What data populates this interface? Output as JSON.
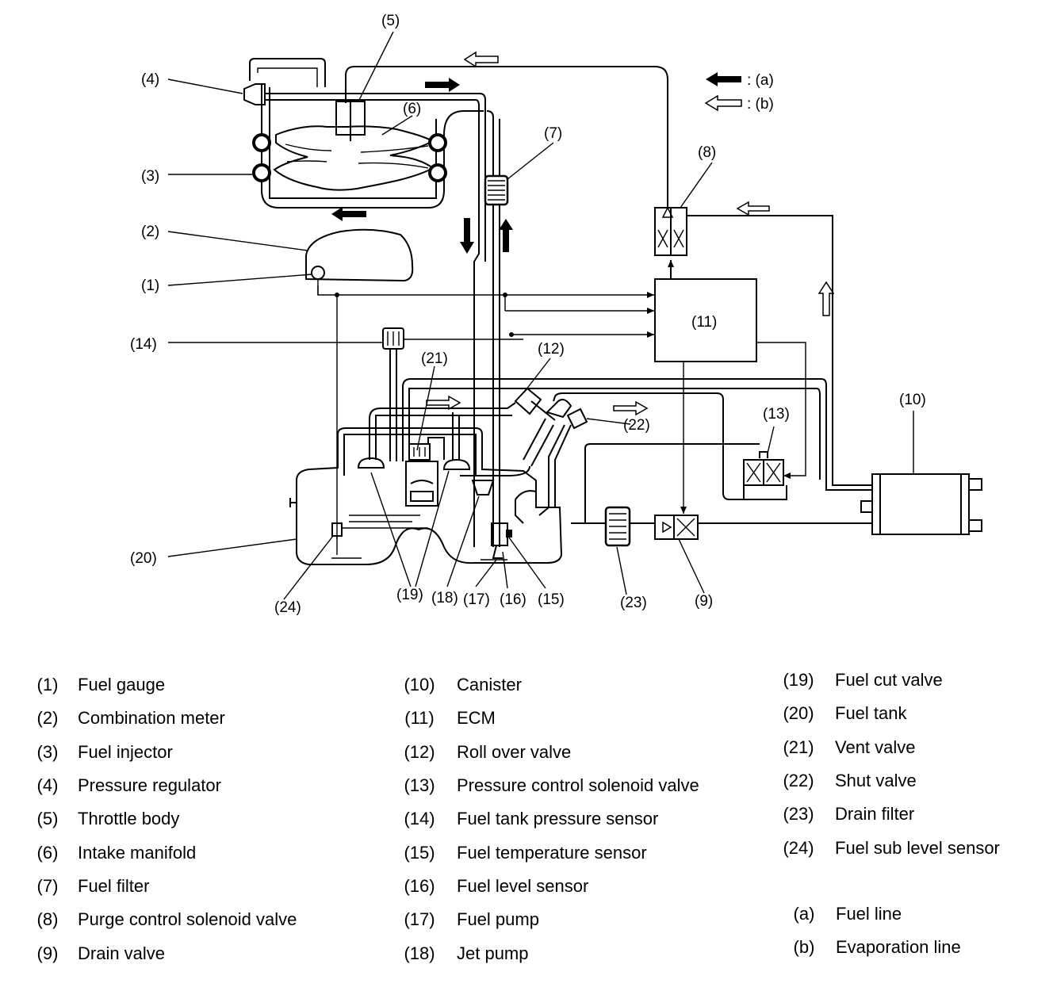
{
  "diagram": {
    "callouts": [
      "(1)",
      "(2)",
      "(3)",
      "(4)",
      "(5)",
      "(6)",
      "(7)",
      "(8)",
      "(9)",
      "(10)",
      "(11)",
      "(12)",
      "(13)",
      "(14)",
      "(15)",
      "(16)",
      "(17)",
      "(18)",
      "(19)",
      "(20)",
      "(21)",
      "(22)",
      "(23)",
      "(24)"
    ],
    "flow_key": {
      "a": ": (a)",
      "b": ": (b)"
    }
  },
  "legend": {
    "columns": [
      [
        {
          "num": "(1)",
          "label": "Fuel gauge"
        },
        {
          "num": "(2)",
          "label": "Combination meter"
        },
        {
          "num": "(3)",
          "label": "Fuel injector"
        },
        {
          "num": "(4)",
          "label": "Pressure regulator"
        },
        {
          "num": "(5)",
          "label": "Throttle body"
        },
        {
          "num": "(6)",
          "label": "Intake manifold"
        },
        {
          "num": "(7)",
          "label": "Fuel filter"
        },
        {
          "num": "(8)",
          "label": "Purge control solenoid valve"
        },
        {
          "num": "(9)",
          "label": "Drain valve"
        }
      ],
      [
        {
          "num": "(10)",
          "label": "Canister"
        },
        {
          "num": "(11)",
          "label": "ECM"
        },
        {
          "num": "(12)",
          "label": "Roll over valve"
        },
        {
          "num": "(13)",
          "label": "Pressure control solenoid valve"
        },
        {
          "num": "(14)",
          "label": "Fuel tank pressure sensor"
        },
        {
          "num": "(15)",
          "label": "Fuel temperature sensor"
        },
        {
          "num": "(16)",
          "label": "Fuel level sensor"
        },
        {
          "num": "(17)",
          "label": "Fuel pump"
        },
        {
          "num": "(18)",
          "label": "Jet pump"
        }
      ],
      [
        {
          "num": "(19)",
          "label": "Fuel cut valve"
        },
        {
          "num": "(20)",
          "label": "Fuel tank"
        },
        {
          "num": "(21)",
          "label": "Vent valve"
        },
        {
          "num": "(22)",
          "label": "Shut valve"
        },
        {
          "num": "(23)",
          "label": "Drain filter"
        },
        {
          "num": "(24)",
          "label": "Fuel sub level sensor"
        }
      ]
    ],
    "line_types": [
      {
        "num": "(a)",
        "label": "Fuel line"
      },
      {
        "num": "(b)",
        "label": "Evaporation line"
      }
    ]
  }
}
